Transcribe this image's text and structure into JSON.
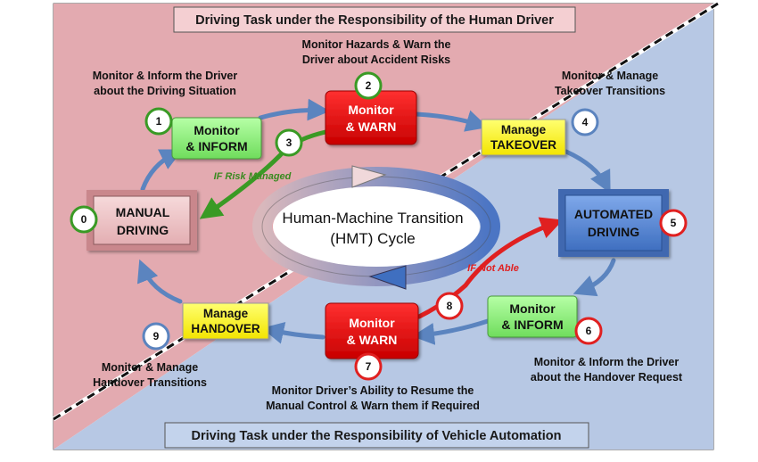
{
  "banners": {
    "top": "Driving Task under the Responsibility of the Human Driver",
    "bottom": "Driving Task under the Responsibility of Vehicle Automation"
  },
  "center": {
    "line1": "Human-Machine Transition",
    "line2": "(HMT) Cycle"
  },
  "states": {
    "s0": {
      "line1": "MANUAL",
      "line2": "DRIVING",
      "number": "0"
    },
    "s1": {
      "line1": "Monitor",
      "line2": "& INFORM",
      "number": "1"
    },
    "s2": {
      "line1": "Monitor",
      "line2": "& WARN",
      "number": "2"
    },
    "s3": {
      "number": "3"
    },
    "s4": {
      "line1": "Manage",
      "line2": "TAKEOVER",
      "number": "4"
    },
    "s5": {
      "line1": "AUTOMATED",
      "line2": "DRIVING",
      "number": "5"
    },
    "s6": {
      "line1": "Monitor",
      "line2": "& INFORM",
      "number": "6"
    },
    "s7": {
      "line1": "Monitor",
      "line2": "& WARN",
      "number": "7"
    },
    "s8": {
      "number": "8"
    },
    "s9": {
      "line1": "Manage",
      "line2": "HANDOVER",
      "number": "9"
    }
  },
  "annotations": {
    "a1": {
      "line1": "Monitor & Inform the Driver",
      "line2": "about the Driving Situation"
    },
    "a2": {
      "line1": "Monitor Hazards & Warn the",
      "line2": "Driver about Accident Risks"
    },
    "a4": {
      "line1": "Monitor & Manage",
      "line2": "Takeover Transitions"
    },
    "a6": {
      "line1": "Monitor & Inform the Driver",
      "line2": "about the Handover Request"
    },
    "a7": {
      "line1": "Monitor Driver’s Ability to Resume the",
      "line2": "Manual Control & Warn them if Required"
    },
    "a9": {
      "line1": "Monitor & Manage",
      "line2": "Handover Transitions"
    }
  },
  "conditions": {
    "risk": "IF Risk Managed",
    "notable": "IF Not Able"
  },
  "colors": {
    "human_zone": "#e3aab0",
    "auto_zone": "#b7c8e4",
    "blue_arrow": "#5b84bf",
    "green": "#3a9a25",
    "red": "#e02020",
    "light_green": "#8ef07a",
    "yellow": "#ffff00",
    "pink_box": "#efc5c7",
    "blue_box": "#5b8ad2"
  }
}
